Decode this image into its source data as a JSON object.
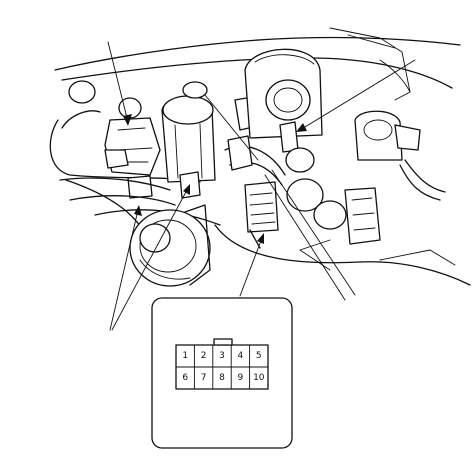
{
  "connector": {
    "pins_top": [
      "1",
      "2",
      "3",
      "4",
      "5"
    ],
    "pins_bottom": [
      "6",
      "7",
      "8",
      "9",
      "10"
    ]
  }
}
